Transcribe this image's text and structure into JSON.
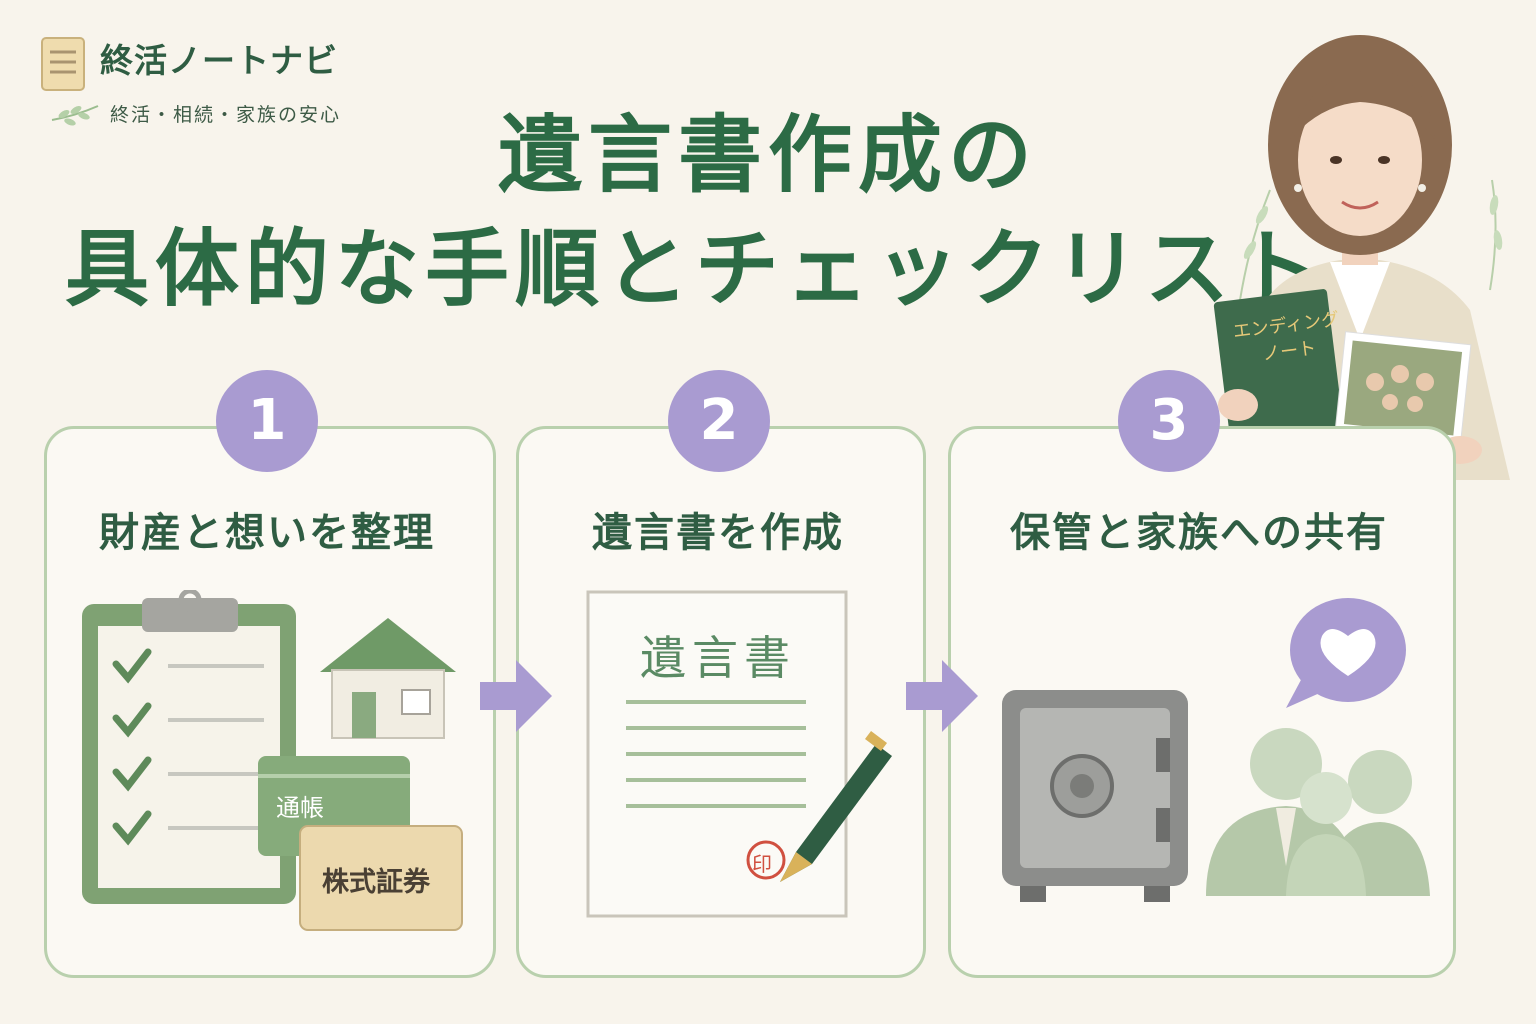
{
  "logo": {
    "name": "終活ノートナビ",
    "tagline": "終活・相続・家族の安心"
  },
  "title": {
    "line1": "遺言書作成の",
    "line2": "具体的な手順とチェックリスト"
  },
  "person": {
    "book_line1": "エンディング",
    "book_line2": "ノート"
  },
  "steps": [
    {
      "number": "1",
      "title": "財産と想いを整理",
      "labels": {
        "passbook": "通帳",
        "securities": "株式証券"
      }
    },
    {
      "number": "2",
      "title": "遺言書を作成",
      "labels": {
        "document": "遺言書",
        "seal": "印"
      }
    },
    {
      "number": "3",
      "title": "保管と家族への共有"
    }
  ],
  "colors": {
    "accent_green": "#2c6b45",
    "card_border": "#b9d0ad",
    "number_purple": "#a99bd1",
    "background": "#f8f4ec"
  }
}
